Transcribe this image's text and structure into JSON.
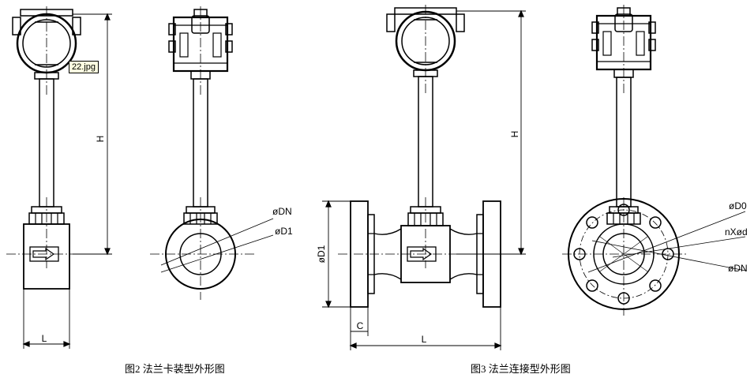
{
  "tooltip": "22.jpg",
  "fig2": {
    "caption": "图2 法兰卡装型外形图",
    "dim_H": "H",
    "dim_L": "L",
    "label_dn": "øDN",
    "label_d1": "øD1"
  },
  "fig3": {
    "caption": "图3 法兰连接型外形图",
    "dim_H": "H",
    "dim_L": "L",
    "dim_C": "C",
    "label_d1": "øD1",
    "label_d0": "øD0",
    "label_bolts": "nXød",
    "label_dn": "øDN"
  }
}
